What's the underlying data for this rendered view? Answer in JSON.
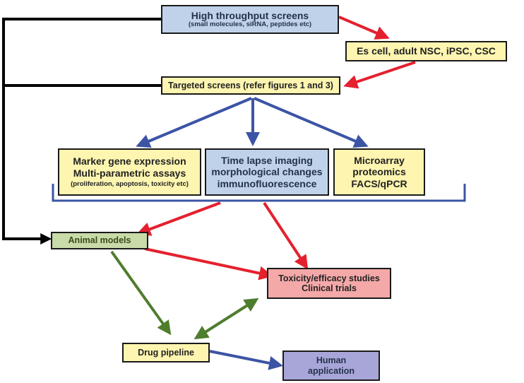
{
  "colors": {
    "yellow_box": "#fdf5b0",
    "blue_box": "#bfd2ea",
    "green_box": "#c8dba8",
    "pink_box": "#f4a8a8",
    "purple_box": "#a8a6d8",
    "red_arrow": "#e5202e",
    "blue_arrow": "#3b54a5",
    "green_arrow": "#4f7d2e",
    "black_line": "#000000"
  },
  "nodes": {
    "high_throughput": {
      "title": "High throughput screens",
      "subtitle": "(small molecules, siRNA, peptides etc)"
    },
    "cell_types": {
      "label": "Es cell, adult NSC, iPSC, CSC"
    },
    "targeted": {
      "label": "Targeted screens (refer figures 1 and 3)"
    },
    "marker": {
      "line1": "Marker gene expression",
      "line2": "Multi-parametric assays",
      "line3": "(proliferation, apoptosis, toxicity etc)"
    },
    "imaging": {
      "line1": "Time lapse imaging",
      "line2": "morphological changes",
      "line3": "immunofluorescence"
    },
    "microarray": {
      "line1": "Microarray",
      "line2": "proteomics",
      "line3": "FACS/qPCR"
    },
    "animal": {
      "label": "Animal models"
    },
    "toxicity": {
      "line1": "Toxicity/efficacy studies",
      "line2": "Clinical trials"
    },
    "drug": {
      "label": "Drug pipeline"
    },
    "human": {
      "line1": "Human",
      "line2": "application"
    }
  }
}
